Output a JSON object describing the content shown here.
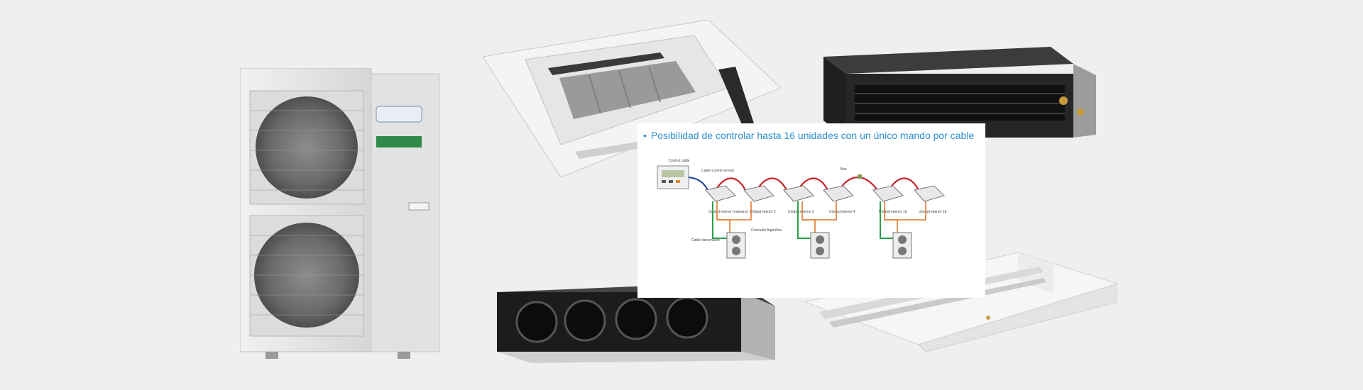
{
  "caption": {
    "bullet": "•",
    "text": "Posibilidad de controlar hasta 16 unidades con un único mando por cable"
  },
  "diagram": {
    "labels": [
      "Control cable",
      "Cable control remoto",
      "Bus",
      "Cable transmisión",
      "Conexión frigorífica"
    ],
    "units": [
      "Unidad interior (maestra)",
      "Unidad interior 2",
      "Unidad interior 3",
      "Unidad interior 4",
      "Unidad interior 15",
      "Unidad interior 16"
    ]
  },
  "colors": {
    "background": "#efefef",
    "caption_blue": "#2f8fcf",
    "bus_red": "#c8202a",
    "refrigerant_orange": "#e07a2e",
    "transmission_green": "#2aa04a",
    "remote_blue": "#1a3fa0"
  }
}
